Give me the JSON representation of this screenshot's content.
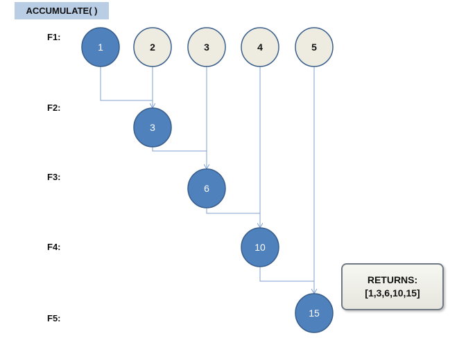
{
  "title": "ACCUMULATE( )",
  "rows": [
    "F1:",
    "F2:",
    "F3:",
    "F4:",
    "F5:"
  ],
  "inputs": [
    "1",
    "2",
    "3",
    "4",
    "5"
  ],
  "outputs": [
    "1",
    "3",
    "6",
    "10",
    "15"
  ],
  "returns": {
    "label": "RETURNS:",
    "value": "[1,3,6,10,15]"
  },
  "colors": {
    "result_fill": "#4f81bd",
    "result_stroke": "#385d8a",
    "input_fill": "#eeece1",
    "input_stroke": "#385d8a",
    "arrow": "#7f9fcf",
    "title_bg": "#b9cde5"
  }
}
